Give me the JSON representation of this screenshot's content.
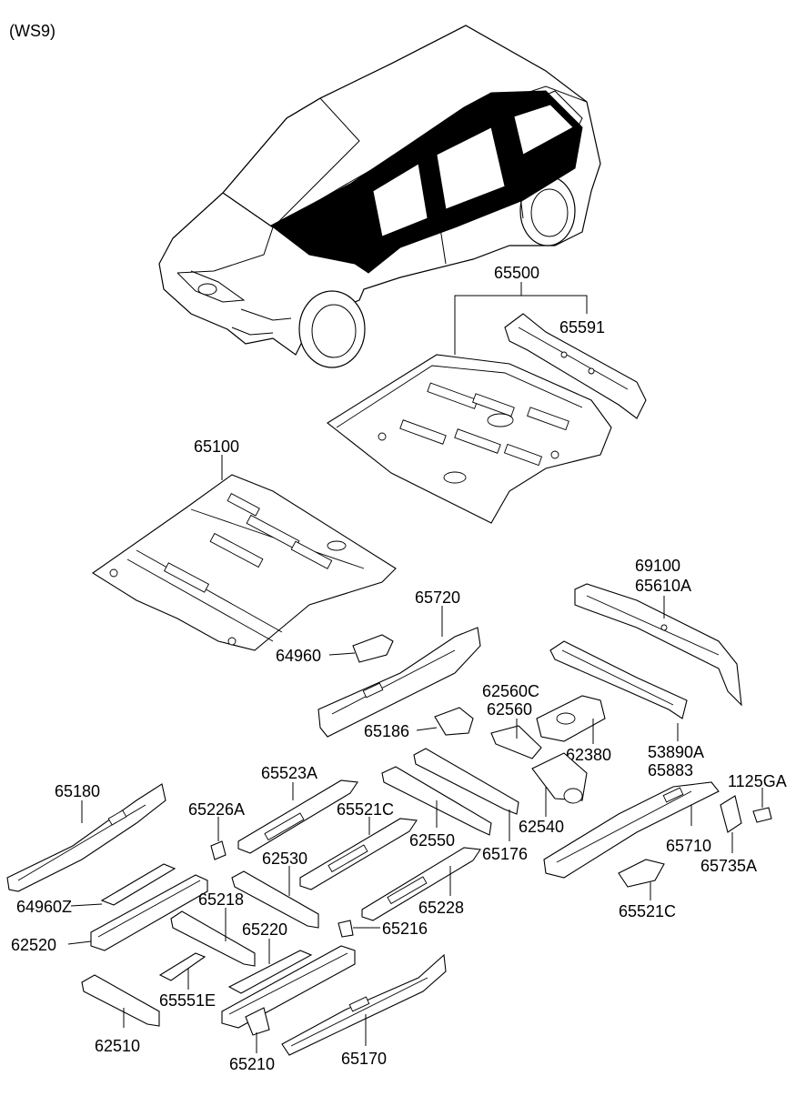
{
  "diagram": {
    "variant": "(WS9)",
    "parts": [
      {
        "id": "p65500",
        "label": "65500"
      },
      {
        "id": "p65591",
        "label": "65591"
      },
      {
        "id": "p65100",
        "label": "65100"
      },
      {
        "id": "p69100",
        "label": "69100"
      },
      {
        "id": "p65610A",
        "label": "65610A"
      },
      {
        "id": "p65720",
        "label": "65720"
      },
      {
        "id": "p64960",
        "label": "64960"
      },
      {
        "id": "p62560C",
        "label": "62560C"
      },
      {
        "id": "p62560",
        "label": "62560"
      },
      {
        "id": "p65186",
        "label": "65186"
      },
      {
        "id": "p62380",
        "label": "62380"
      },
      {
        "id": "p53890A",
        "label": "53890A"
      },
      {
        "id": "p65883",
        "label": "65883"
      },
      {
        "id": "p1125GA",
        "label": "1125GA"
      },
      {
        "id": "p65180",
        "label": "65180"
      },
      {
        "id": "p65523A",
        "label": "65523A"
      },
      {
        "id": "p65226A",
        "label": "65226A"
      },
      {
        "id": "p65521C_a",
        "label": "65521C"
      },
      {
        "id": "p62540",
        "label": "62540"
      },
      {
        "id": "p62550",
        "label": "62550"
      },
      {
        "id": "p65176",
        "label": "65176"
      },
      {
        "id": "p65710",
        "label": "65710"
      },
      {
        "id": "p65735A",
        "label": "65735A"
      },
      {
        "id": "p62530",
        "label": "62530"
      },
      {
        "id": "p65228",
        "label": "65228"
      },
      {
        "id": "p64960Z",
        "label": "64960Z"
      },
      {
        "id": "p65521C_b",
        "label": "65521C"
      },
      {
        "id": "p65216",
        "label": "65216"
      },
      {
        "id": "p62520",
        "label": "62520"
      },
      {
        "id": "p65218",
        "label": "65218"
      },
      {
        "id": "p65220",
        "label": "65220"
      },
      {
        "id": "p65551E",
        "label": "65551E"
      },
      {
        "id": "p62510",
        "label": "62510"
      },
      {
        "id": "p65210",
        "label": "65210"
      },
      {
        "id": "p65170",
        "label": "65170"
      }
    ]
  }
}
